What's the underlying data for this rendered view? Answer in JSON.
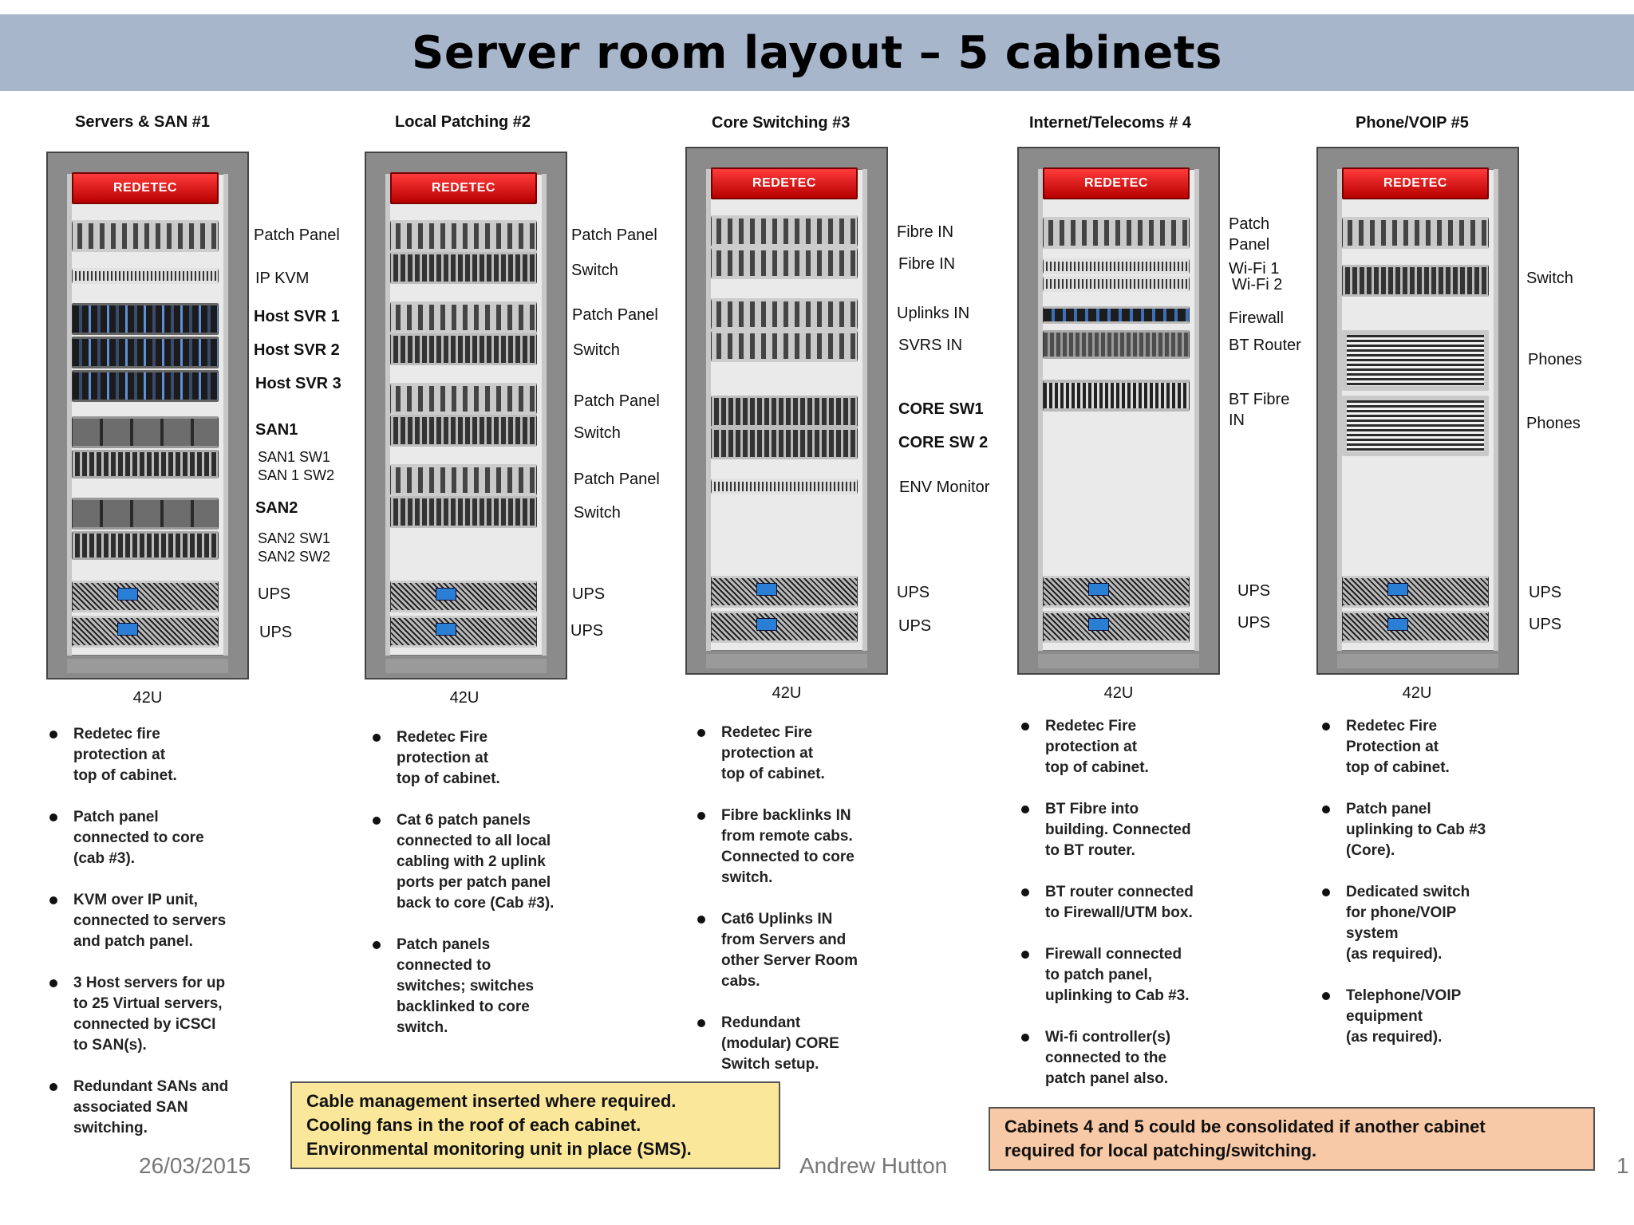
{
  "title": "Server room layout – 5 cabinets",
  "colors": {
    "title_bg": "#a8b6cc",
    "fire": "#d41a1a",
    "note1_bg": "#fbe79a",
    "note2_bg": "#f8c9a7"
  },
  "cabinets": [
    {
      "title": "Servers & SAN #1",
      "fire": "REDETEC",
      "size": "42U",
      "labels": [
        "Patch Panel",
        "IP KVM",
        "Host SVR 1",
        "Host SVR 2",
        "Host SVR 3",
        "SAN1",
        "SAN1 SW1",
        "SAN 1 SW2",
        "SAN2",
        "SAN2 SW1",
        "SAN2 SW2",
        "UPS",
        "UPS"
      ],
      "bullets": [
        "Redetec fire\nprotection at\ntop of cabinet.",
        "Patch panel\nconnected to core\n(cab #3).",
        "KVM over IP unit,\nconnected to servers\nand patch panel.",
        "3 Host servers for up\nto 25 Virtual servers,\nconnected by iCSCI\nto SAN(s).",
        "Redundant SANs and\nassociated SAN\nswitching."
      ]
    },
    {
      "title": "Local Patching #2",
      "fire": "REDETEC",
      "size": "42U",
      "labels": [
        "Patch Panel",
        "Switch",
        "Patch Panel",
        "Switch",
        "Patch Panel",
        "Switch",
        "Patch Panel",
        "Switch",
        "UPS",
        "UPS"
      ],
      "bullets": [
        "Redetec Fire\nprotection at\ntop of cabinet.",
        "Cat 6 patch panels\nconnected to all local\ncabling with 2 uplink\nports per patch panel\nback to core (Cab #3).",
        "Patch panels\nconnected to\nswitches; switches\nbacklinked to core\nswitch."
      ]
    },
    {
      "title": "Core Switching #3",
      "fire": "REDETEC",
      "size": "42U",
      "labels": [
        "Fibre IN",
        "Fibre IN",
        "Uplinks IN",
        "SVRS IN",
        "CORE SW1",
        "CORE SW 2",
        "ENV Monitor",
        "UPS",
        "UPS"
      ],
      "bullets": [
        "Redetec Fire\nprotection at\ntop of cabinet.",
        "Fibre backlinks IN\nfrom remote cabs.\nConnected to core\nswitch.",
        "Cat6 Uplinks IN\nfrom Servers and\nother Server Room\ncabs.",
        "Redundant\n(modular) CORE\nSwitch setup."
      ]
    },
    {
      "title": "Internet/Telecoms # 4",
      "fire": "REDETEC",
      "size": "42U",
      "labels": [
        "Patch\nPanel",
        "Wi-Fi 1",
        "Wi-Fi 2",
        "Firewall",
        "BT Router",
        "BT Fibre\nIN",
        "UPS",
        "UPS"
      ],
      "bullets": [
        "Redetec Fire\nprotection at\ntop of cabinet.",
        "BT Fibre into\nbuilding. Connected\nto BT router.",
        "BT router connected\nto Firewall/UTM box.",
        "Firewall connected\nto patch panel,\nuplinking to Cab #3.",
        "Wi-fi controller(s)\nconnected to the\npatch panel also."
      ]
    },
    {
      "title": "Phone/VOIP #5",
      "fire": "REDETEC",
      "size": "42U",
      "labels": [
        "Switch",
        "Phones",
        "Phones",
        "UPS",
        "UPS"
      ],
      "bullets": [
        "Redetec Fire\nProtection at\ntop of cabinet.",
        "Patch panel\nuplinking to Cab #3\n(Core).",
        "Dedicated switch\nfor phone/VOIP\nsystem\n(as required).",
        "Telephone/VOIP\nequipment\n(as required)."
      ]
    }
  ],
  "note1": "Cable management inserted where required.\nCooling fans in the roof of each cabinet.\nEnvironmental monitoring unit in place (SMS).",
  "note2": "Cabinets 4 and 5 could be consolidated if another cabinet\nrequired for local patching/switching.",
  "footer": {
    "date": "26/03/2015",
    "author": "Andrew Hutton",
    "page": "1"
  }
}
